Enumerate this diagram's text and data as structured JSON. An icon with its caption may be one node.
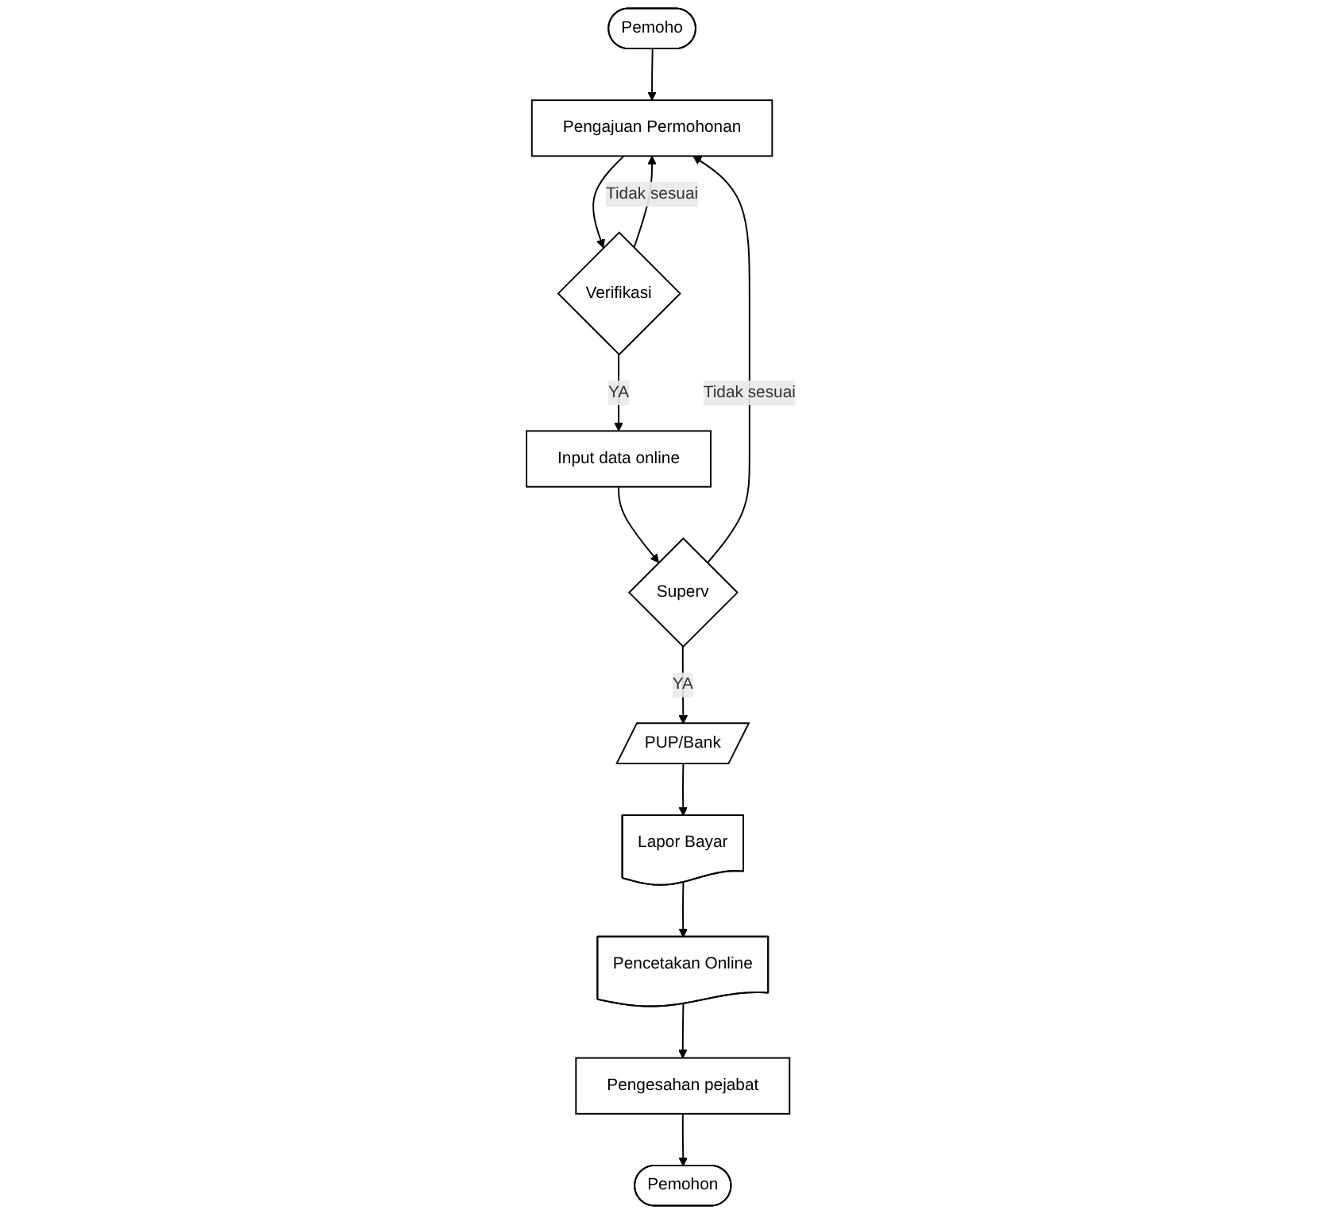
{
  "diagram": {
    "nodes": [
      {
        "text": [
          "Pemoho"
        ]
      },
      {
        "text": [
          "Pengajuan Permohonan"
        ]
      },
      {
        "text": [
          "Verifikasi"
        ]
      },
      {
        "text": [
          "Input data online"
        ]
      },
      {
        "text": [
          "Superv"
        ]
      },
      {
        "text": [
          "PUP/Bank"
        ]
      },
      {
        "text": [
          "Lapor Bayar"
        ]
      },
      {
        "text": [
          "Pencetakan Online"
        ]
      },
      {
        "text": [
          "Pengesahan pejabat"
        ]
      },
      {
        "text": [
          "Pemohon"
        ]
      }
    ],
    "edges": [
      {
        "from": 0,
        "to": 1,
        "arrow": "to"
      },
      {
        "from": 1,
        "to": 2,
        "arrow": "to"
      },
      {
        "from": 2,
        "to": 1,
        "arrow": "to",
        "label": "Tidak sesuai"
      },
      {
        "from": 2,
        "to": 3,
        "arrow": "to",
        "label": "YA"
      },
      {
        "from": 3,
        "to": 4,
        "arrow": "to"
      },
      {
        "from": 4,
        "to": 1,
        "arrow": "to",
        "label": "Tidak sesuai"
      },
      {
        "from": 4,
        "to": 5,
        "arrow": "to",
        "label": "YA"
      },
      {
        "from": 5,
        "to": 6,
        "arrow": "to"
      },
      {
        "from": 6,
        "to": 7,
        "arrow": "to"
      },
      {
        "from": 7,
        "to": 8,
        "arrow": "to"
      },
      {
        "from": 8,
        "to": 9,
        "arrow": "to"
      }
    ]
  }
}
